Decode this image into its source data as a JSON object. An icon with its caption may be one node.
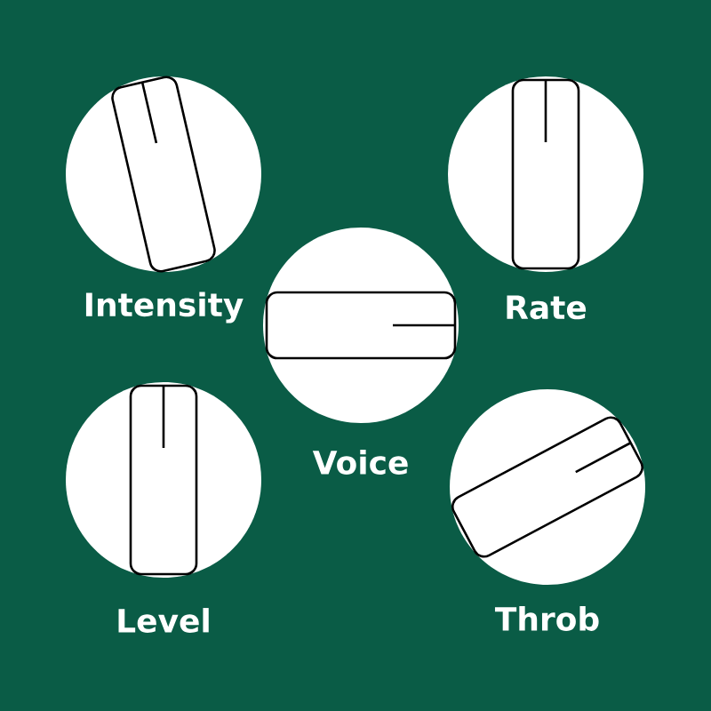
{
  "diagram": {
    "nodes": [
      {
        "text": [
          "Intensity"
        ]
      },
      {
        "text": [
          "Rate"
        ]
      },
      {
        "text": [
          "Voice"
        ]
      },
      {
        "text": [
          "Level"
        ]
      },
      {
        "text": [
          "Throb"
        ]
      }
    ]
  }
}
